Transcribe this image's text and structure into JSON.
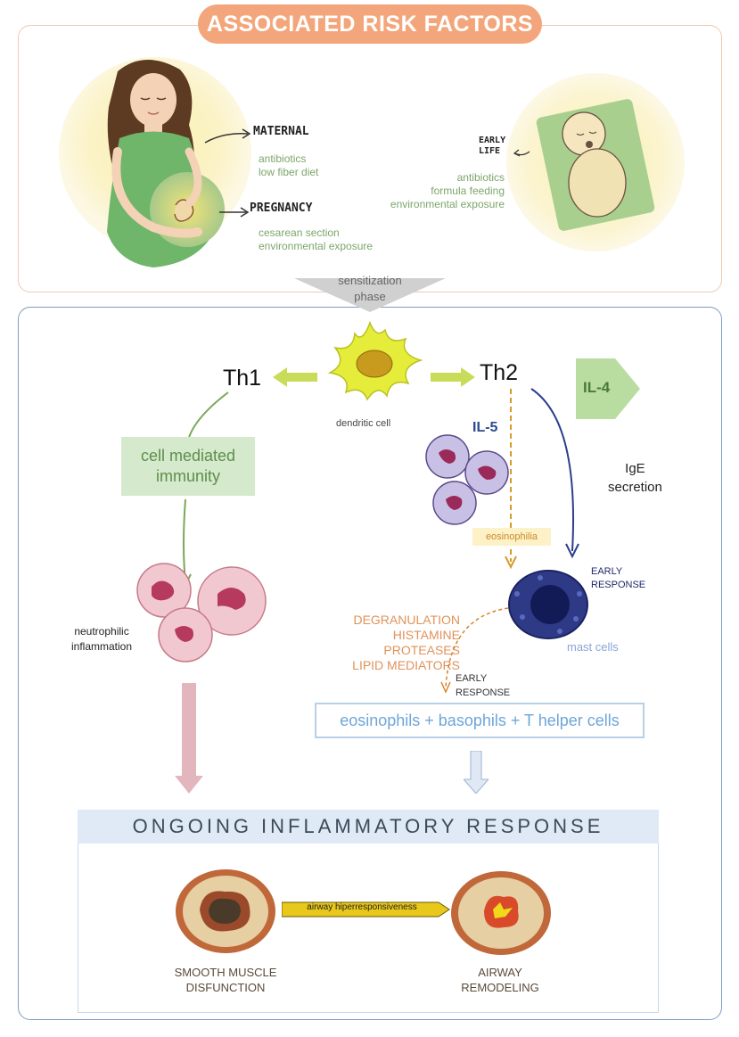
{
  "header": {
    "title": "ASSOCIATED RISK FACTORS"
  },
  "risk_factors": {
    "maternal": {
      "label": "MATERNAL",
      "items": [
        "antibiotics",
        "low fiber diet"
      ]
    },
    "pregnancy": {
      "label": "PREGNANCY",
      "items": [
        "cesarean section",
        "environmental exposure"
      ]
    },
    "early_life": {
      "label_line1": "EARLY",
      "label_line2": "LIFE",
      "items": [
        "antibiotics",
        "formula feeding",
        "environmental exposure"
      ]
    }
  },
  "sensitization": {
    "line1": "sensitization",
    "line2": "phase"
  },
  "immune": {
    "th1": "Th1",
    "th2": "Th2",
    "dendritic_cell": "dendritic cell",
    "cell_mediated_line1": "cell mediated",
    "cell_mediated_line2": "immunity",
    "neutrophilic_line1": "neutrophilic",
    "neutrophilic_line2": "inflammation",
    "il4": "IL-4",
    "il5": "IL-5",
    "ige_line1": "IgE",
    "ige_line2": "secretion",
    "eosinophilia": "eosinophilia",
    "early_response_1_line1": "EARLY",
    "early_response_1_line2": "RESPONSE",
    "mast_cells": "mast cells",
    "mediators": [
      "DEGRANULATION",
      "HISTAMINE",
      "PROTEASES",
      "LIPID MEDIATORS"
    ],
    "early_response_2_line1": "EARLY",
    "early_response_2_line2": "RESPONSE",
    "effector_cells": "eosinophils + basophils + T helper cells"
  },
  "ongoing": {
    "title": "ONGOING INFLAMMATORY RESPONSE",
    "connector": "airway hiperresponsiveness",
    "left_line1": "SMOOTH MUSCLE",
    "left_line2": "DISFUNCTION",
    "right_line1": "AIRWAY",
    "right_line2": "REMODELING"
  },
  "colors": {
    "title_pill": "#f3a67b",
    "top_border": "#f0c9b0",
    "bottom_border": "#7f9cc2",
    "green": "#7ca66a",
    "th_arrow": "#c9dc5a",
    "orange": "#e0925a",
    "navy": "#2c3e8c",
    "dashed_orange": "#d89a2a",
    "effector_blue": "#6ea6d8"
  },
  "icons": [
    "pregnant-woman-illustration",
    "baby-illustration",
    "dendritic-cell-icon",
    "neutrophil-cell-icon",
    "eosinophil-cell-icon",
    "mast-cell-icon",
    "airway-cross-section-icon"
  ]
}
